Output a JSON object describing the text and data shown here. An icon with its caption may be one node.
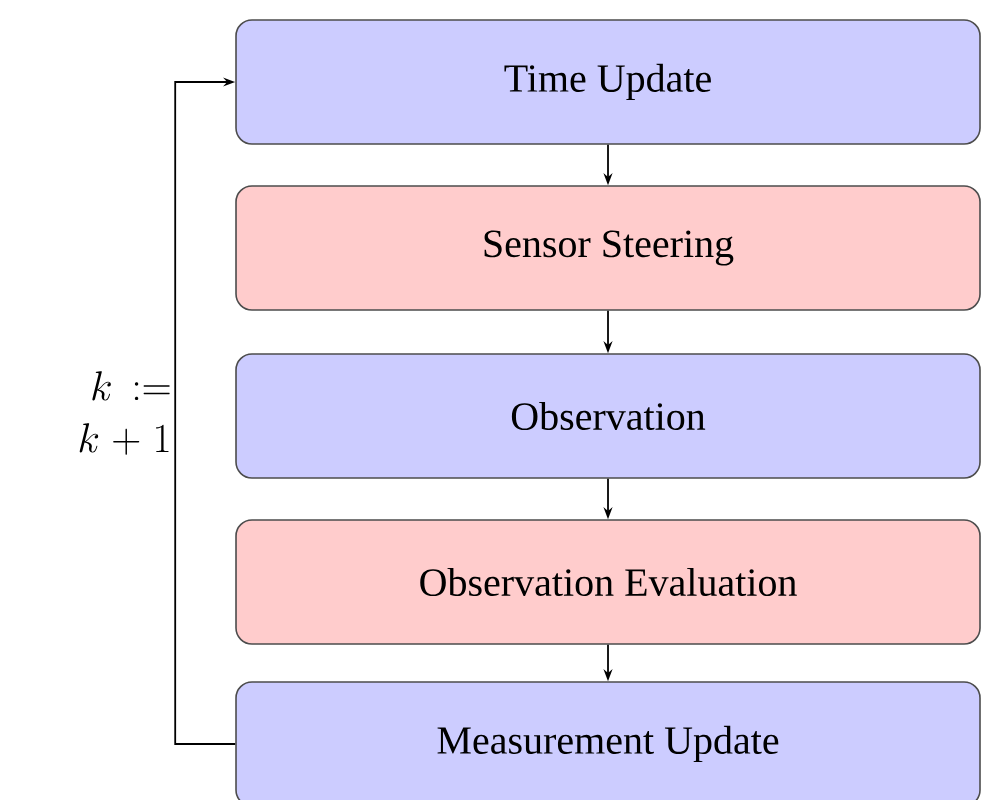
{
  "diagram": {
    "nodes": [
      {
        "text": [
          "Time Update"
        ]
      },
      {
        "text": [
          "Sensor Steering"
        ]
      },
      {
        "text": [
          "Observation"
        ]
      },
      {
        "text": [
          "Observation Evaluation"
        ]
      },
      {
        "text": [
          "Measurement Update"
        ]
      }
    ],
    "edges": [
      {
        "from": 0,
        "to": 1,
        "arrow": "to"
      },
      {
        "from": 1,
        "to": 2,
        "arrow": "to"
      },
      {
        "from": 2,
        "to": 3,
        "arrow": "to"
      },
      {
        "from": 3,
        "to": 4,
        "arrow": "to"
      },
      {
        "from": 4,
        "to": 0,
        "arrow": "to",
        "label": "k := k+1"
      }
    ]
  }
}
